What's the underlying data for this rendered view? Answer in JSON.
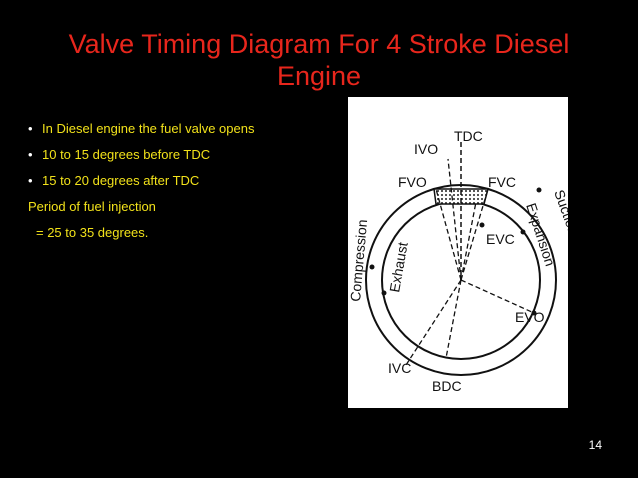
{
  "slide": {
    "title": "Valve Timing Diagram For 4 Stroke Diesel Engine",
    "bullets": [
      "In Diesel engine the fuel valve opens",
      "10 to 15 degrees before TDC",
      "15 to 20 degrees  after TDC"
    ],
    "text_lines": [
      "Period of fuel injection",
      "= 25 to 35 degrees."
    ],
    "page_number": "14",
    "colors": {
      "background": "#000000",
      "title": "#e8261c",
      "body_text": "#f2e21a",
      "bullet": "#ffffff"
    }
  },
  "diagram": {
    "labels": {
      "tdc": "TDC",
      "bdc": "BDC",
      "ivo": "IVO",
      "ivc": "IVC",
      "fvo": "FVO",
      "fvc": "FVC",
      "evo": "EVO",
      "evc": "EVC",
      "suction": "Suction",
      "expansion": "Expansion",
      "compression": "Compression",
      "exhaust": "Exhaust"
    }
  }
}
